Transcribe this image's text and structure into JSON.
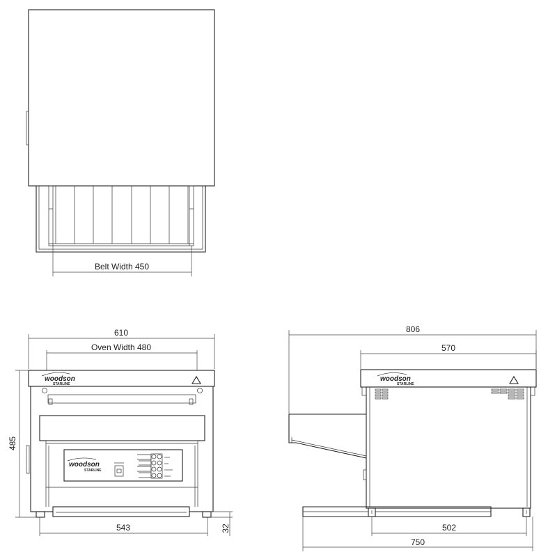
{
  "top_view": {
    "belt_width_label": "Belt Width 450"
  },
  "front_view": {
    "width_label": "610",
    "oven_width_label": "Oven Width 480",
    "height_label": "485",
    "base_width_label": "543",
    "foot_height_label": "32",
    "brand": "woodson",
    "brand_sub": "STARLINE",
    "panel_brand": "woodson",
    "panel_brand_sub": "STARLINE"
  },
  "side_view": {
    "overall_length_label": "806",
    "body_length_label": "570",
    "base_length_label": "502",
    "total_base_label": "750",
    "brand": "woodson",
    "brand_sub": "STARLINE"
  }
}
